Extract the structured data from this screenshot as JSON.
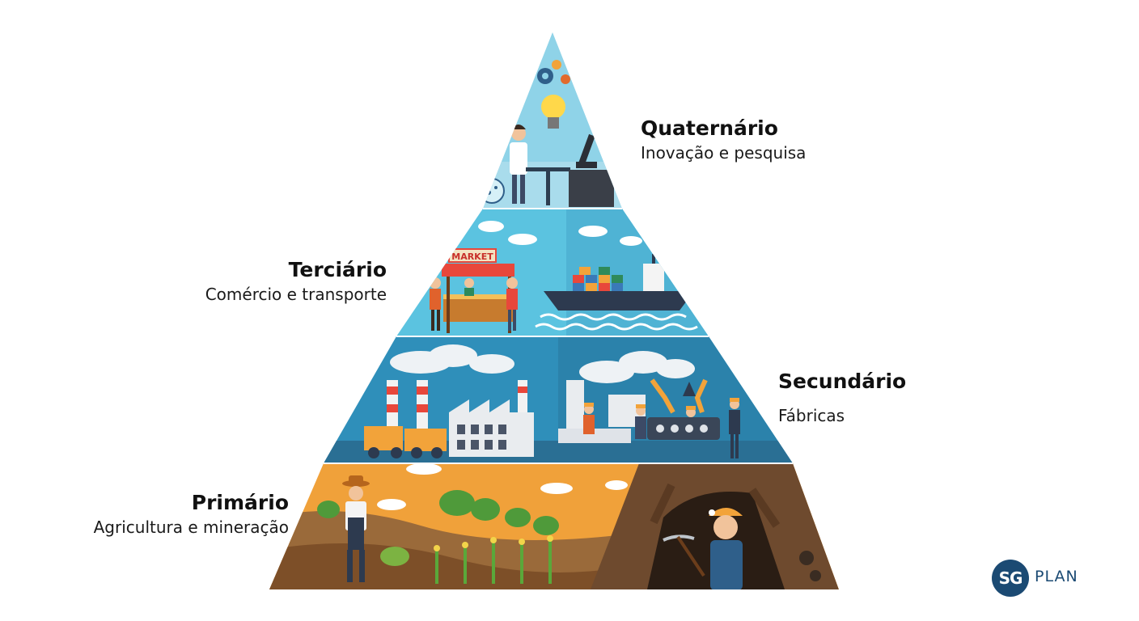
{
  "levels": [
    {
      "title": "Quaternário",
      "subtitle": "Inovação e pesquisa"
    },
    {
      "title": "Terciário",
      "subtitle": "Comércio e transporte"
    },
    {
      "title": "Secundário",
      "subtitle": "Fábricas"
    },
    {
      "title": "Primário",
      "subtitle": "Agricultura e mineração"
    }
  ],
  "illustrations": {
    "market_sign": "MARKET"
  },
  "logo": {
    "mark": "SG",
    "word": "PLAN"
  },
  "colors": {
    "quaternary_sky": "#8fd3e8",
    "tertiary_sky": "#5bc3e0",
    "secondary_sky": "#2f8fba",
    "primary_sky": "#f0a13a",
    "soil": "#8b5a2b",
    "logo": "#1b4a73"
  }
}
